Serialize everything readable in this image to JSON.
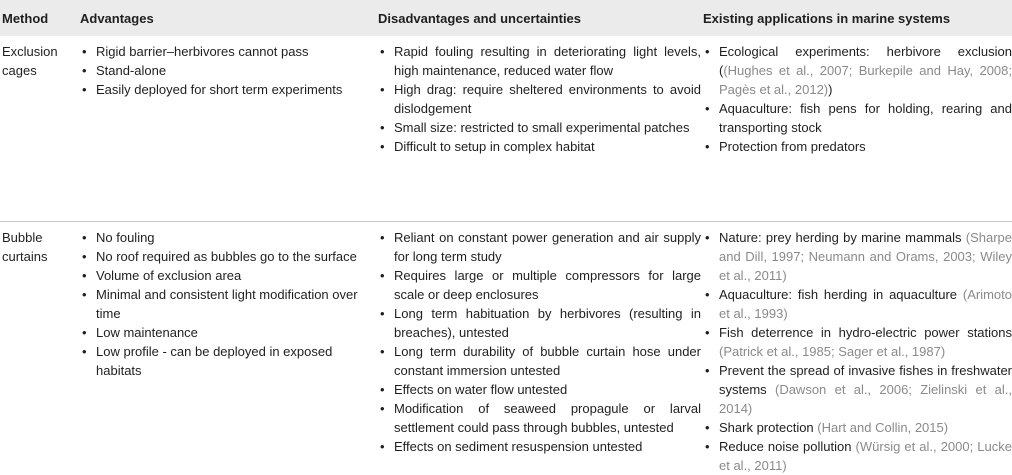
{
  "table": {
    "headers": {
      "method": "Method",
      "advantages": "Advantages",
      "disadvantages": "Disadvantages and uncertainties",
      "applications": "Existing applications in marine systems"
    },
    "rows": [
      {
        "method": "Exclusion cages",
        "advantages": [
          "Rigid barrier–herbivores cannot pass",
          "Stand-alone",
          "Easily deployed for short term experiments"
        ],
        "disadvantages": [
          "Rapid fouling resulting in deteriorating light levels, high maintenance, reduced water flow",
          "High drag: require sheltered environments to avoid dislodgement",
          "Small size: restricted to small experimental patches",
          "Difficult to setup in complex habitat"
        ],
        "applications": [
          {
            "text": "Ecological experiments: herbivore exclusion (",
            "cite": "(Hughes et al., 2007; Burkepile and Hay, 2008; Pagès et al., 2012)",
            "tail": ")"
          },
          {
            "text": "Aquaculture: fish pens for holding, rearing and transporting stock",
            "cite": "",
            "tail": ""
          },
          {
            "text": "Protection from predators",
            "cite": "",
            "tail": ""
          }
        ]
      },
      {
        "method": "Bubble curtains",
        "advantages": [
          "No fouling",
          "No roof required as bubbles go to the surface",
          "Volume of exclusion area",
          "Minimal and consistent light modification over time",
          "Low maintenance",
          "Low profile - can be deployed in exposed habitats"
        ],
        "disadvantages": [
          "Reliant on constant power generation and air supply for long term study",
          "Requires large or multiple compressors for large scale or deep enclosures",
          "Long term habituation by herbivores (resulting in breaches), untested",
          "Long term durability of bubble curtain hose under constant immersion untested",
          "Effects on water flow untested",
          "Modification of seaweed propagule or larval settlement could pass through bubbles, untested",
          "Effects on sediment resuspension untested"
        ],
        "applications": [
          {
            "text": "Nature: prey herding by marine mammals ",
            "cite": "(Sharpe and Dill, 1997; Neumann and Orams, 2003; Wiley et al., 2011)",
            "tail": ""
          },
          {
            "text": "Aquaculture: fish herding in aquaculture ",
            "cite": "(Arimoto et al., 1993)",
            "tail": ""
          },
          {
            "text": "Fish deterrence in hydro-electric power stations ",
            "cite": "(Patrick et al., 1985; Sager et al., 1987)",
            "tail": ""
          },
          {
            "text": "Prevent the spread of invasive fishes in freshwater systems ",
            "cite": "(Dawson et al., 2006; Zielinski et al., 2014)",
            "tail": ""
          },
          {
            "text": "Shark protection ",
            "cite": "(Hart and Collin, 2015)",
            "tail": ""
          },
          {
            "text": "Reduce noise pollution ",
            "cite": "(Würsig et al., 2000; Lucke et al., 2011)",
            "tail": ""
          }
        ]
      }
    ]
  }
}
